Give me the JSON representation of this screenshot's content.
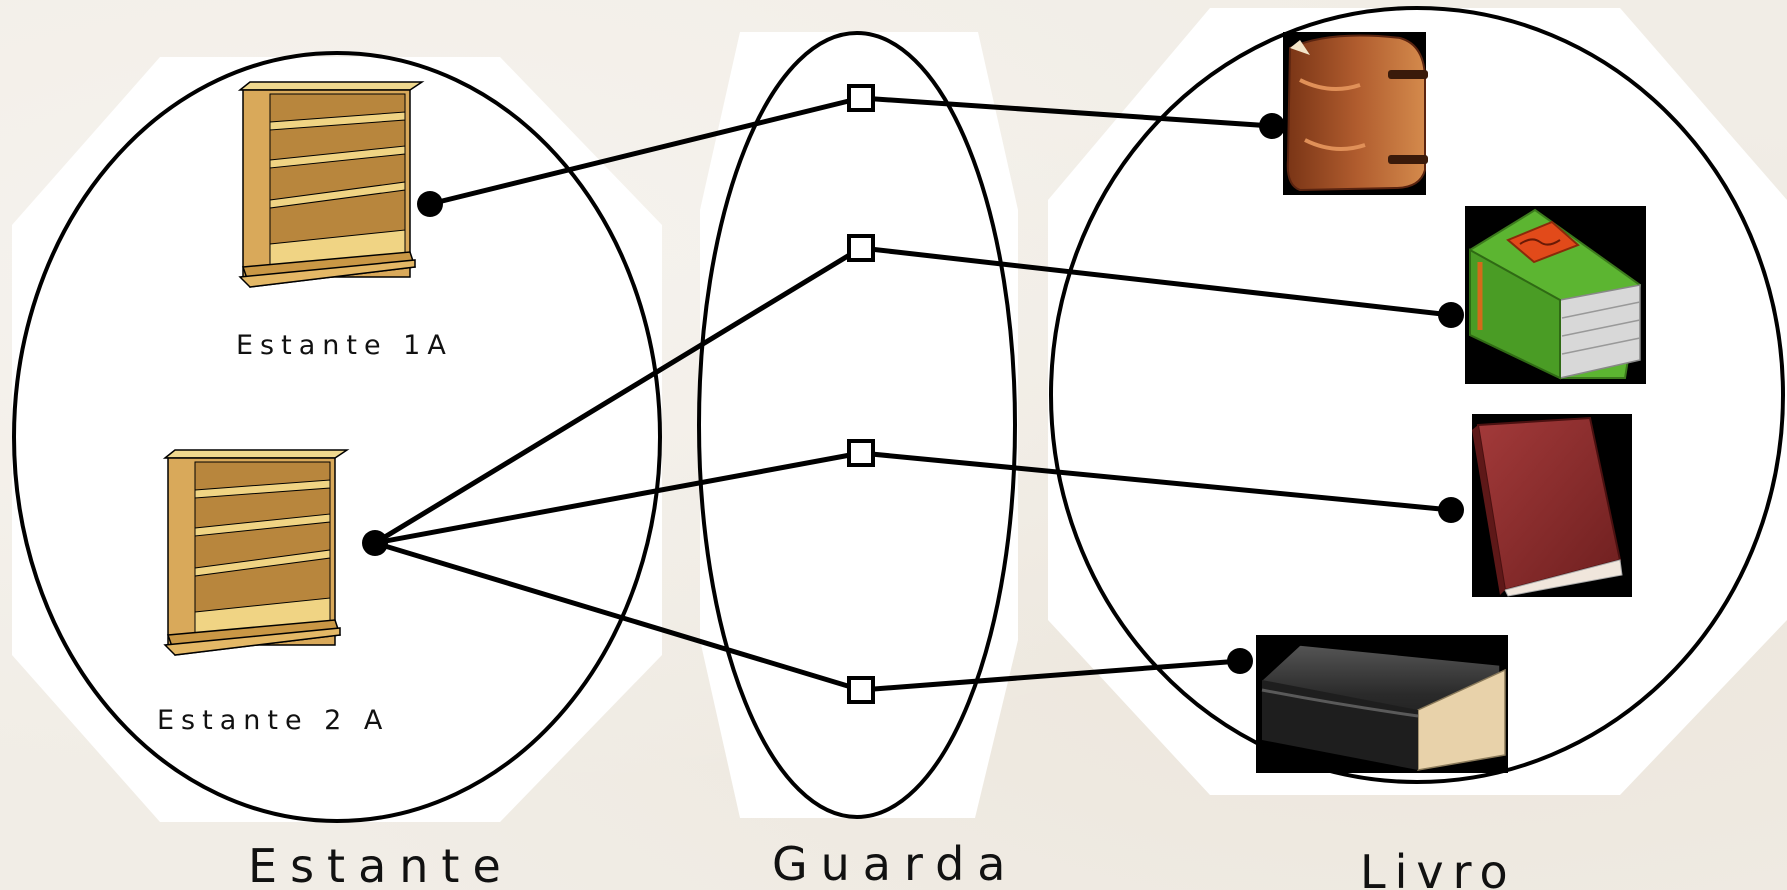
{
  "sets": {
    "estante": {
      "label": "Estante"
    },
    "guarda": {
      "label": "Guarda"
    },
    "livro": {
      "label": "Livro"
    }
  },
  "shelves": [
    {
      "label": "Estante 1A"
    },
    {
      "label": "Estante 2 A"
    }
  ],
  "books": [
    {
      "icon": "brown-leather-book-icon"
    },
    {
      "icon": "green-book-icon"
    },
    {
      "icon": "red-book-icon"
    },
    {
      "icon": "black-book-icon"
    }
  ],
  "colors": {
    "stroke": "#000000",
    "shelf_wood": "#e3bf6b",
    "shelf_dark": "#b58a3a",
    "book_brown": "#a4522a",
    "book_green": "#5cb531",
    "book_red": "#8b2a2a",
    "book_black": "#2b2b2b"
  }
}
